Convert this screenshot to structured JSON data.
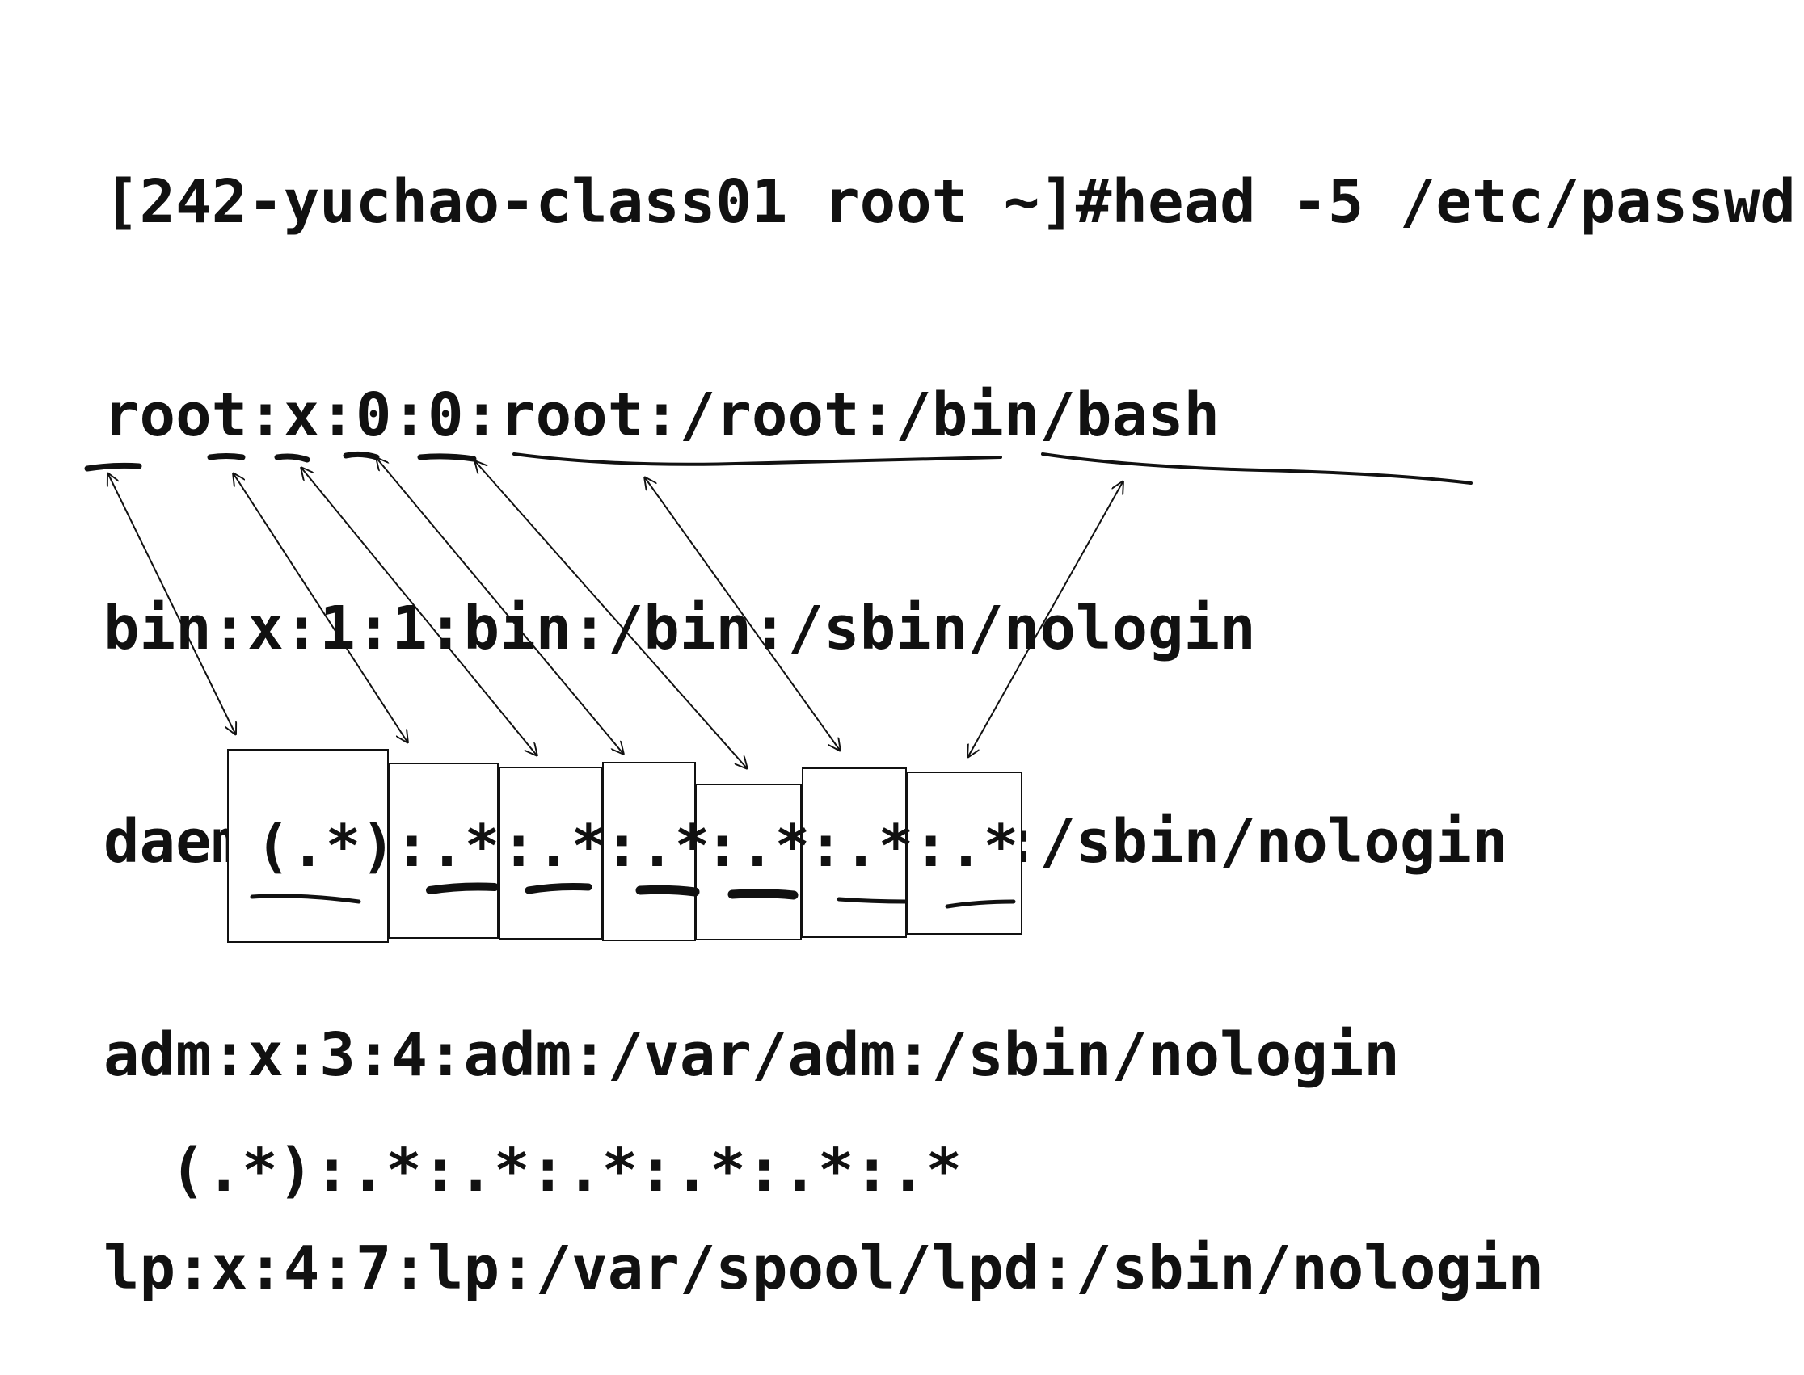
{
  "terminal": {
    "command_line": "[242-yuchao-class01 root ~]#head -5 /etc/passwd",
    "output_lines": [
      "root:x:0:0:root:/root:/bin/bash",
      "bin:x:1:1:bin:/bin:/sbin/nologin",
      "daemon:x:2:2:daemon:/sbin:/sbin/nologin",
      "adm:x:3:4:adm:/var/adm:/sbin/nologin",
      "lp:x:4:7:lp:/var/spool/lpd:/sbin/nologin"
    ]
  },
  "regex_boxes": [
    "(.*)",
    ":.*",
    ":.*",
    ":.*",
    ":.*",
    ":.*",
    ":.*"
  ],
  "regex_full": "(.*):.*:.*:.*:.*:.*:.*",
  "colors": {
    "ink": "#111111",
    "background": "#ffffff"
  }
}
